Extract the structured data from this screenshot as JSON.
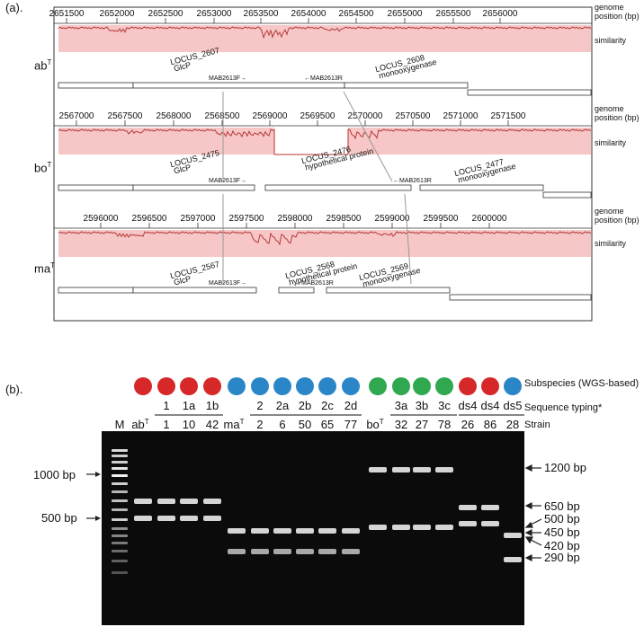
{
  "panel_a": {
    "label": "(a).",
    "right_labels": {
      "genome_position_1": "genome",
      "genome_position_2": "position (bp)",
      "similarity": "similarity"
    },
    "rows": [
      {
        "strain_base": "ab",
        "strain_sup": "T",
        "ticks": [
          "2651500",
          "2652000",
          "2652500",
          "2653000",
          "2653500",
          "2654000",
          "2654500",
          "2655000",
          "2655500",
          "2656000"
        ],
        "loci": [
          {
            "name": "LOCUS_2607",
            "desc": "GlcP"
          },
          {
            "name": "LOCUS_2608",
            "desc": "monooxygenase"
          }
        ],
        "primers": [
          "MAB2613F",
          "MAB2613R"
        ]
      },
      {
        "strain_base": "bo",
        "strain_sup": "T",
        "ticks": [
          "2567000",
          "2567500",
          "2568000",
          "2568500",
          "2569000",
          "2569500",
          "2570000",
          "2570500",
          "2571000",
          "2571500"
        ],
        "loci": [
          {
            "name": "LOCUS_2475",
            "desc": "GlcP"
          },
          {
            "name": "LOCUS_2476",
            "desc": "hypothetical protein"
          },
          {
            "name": "LOCUS_2477",
            "desc": "monooxygenase"
          }
        ],
        "primers": [
          "MAB2613F",
          "MAB2613R"
        ]
      },
      {
        "strain_base": "ma",
        "strain_sup": "T",
        "ticks": [
          "2596000",
          "2596500",
          "2597000",
          "2597500",
          "2598000",
          "2598500",
          "2599000",
          "2599500",
          "2600000"
        ],
        "loci": [
          {
            "name": "LOCUS_2567",
            "desc": "GlcP"
          },
          {
            "name": "LOCUS_2568",
            "desc": "hypothetical protein"
          },
          {
            "name": "LOCUS_2569",
            "desc": "monooxygenase"
          }
        ],
        "primers": [
          "MAB2613F",
          "MAB2613R"
        ]
      }
    ]
  },
  "panel_b": {
    "label": "(b).",
    "row_labels": {
      "subspecies": "Subspecies (WGS-based)",
      "typing": "Sequence typing*",
      "strain": "Strain"
    },
    "colors": {
      "red": "#d62828",
      "blue": "#2a86c7",
      "green": "#2fa84f"
    },
    "dots": [
      "red",
      "red",
      "red",
      "red",
      "blue",
      "blue",
      "blue",
      "blue",
      "blue",
      "blue",
      "green",
      "green",
      "green",
      "green",
      "red",
      "red",
      "blue"
    ],
    "typing_groups": [
      {
        "labels": [
          "1",
          "1a",
          "1b"
        ]
      },
      {
        "labels": [
          "2",
          "2a",
          "2b",
          "2c",
          "2d"
        ]
      },
      {
        "labels": [
          "3a",
          "3b",
          "3c"
        ]
      },
      {
        "labels": [
          "ds4",
          "ds4",
          "ds5"
        ]
      }
    ],
    "typing": [
      "1",
      "1a",
      "1b",
      "2",
      "2a",
      "2b",
      "2c",
      "2d",
      "3a",
      "3b",
      "3c",
      "ds4",
      "ds4",
      "ds5"
    ],
    "marker_label": "M",
    "strains": [
      {
        "base": "ab",
        "sup": "T"
      },
      {
        "base": "1"
      },
      {
        "base": "10"
      },
      {
        "base": "42"
      },
      {
        "base": "ma",
        "sup": "T"
      },
      {
        "base": "2"
      },
      {
        "base": "6"
      },
      {
        "base": "50"
      },
      {
        "base": "65"
      },
      {
        "base": "77"
      },
      {
        "base": "bo",
        "sup": "T"
      },
      {
        "base": "32"
      },
      {
        "base": "27"
      },
      {
        "base": "78"
      },
      {
        "base": "26"
      },
      {
        "base": "86"
      },
      {
        "base": "28"
      }
    ],
    "left_sizes": [
      "1000 bp",
      "500 bp"
    ],
    "right_sizes": [
      "1200 bp",
      "650 bp",
      "500 bp",
      "450 bp",
      "420 bp",
      "290 bp"
    ]
  }
}
